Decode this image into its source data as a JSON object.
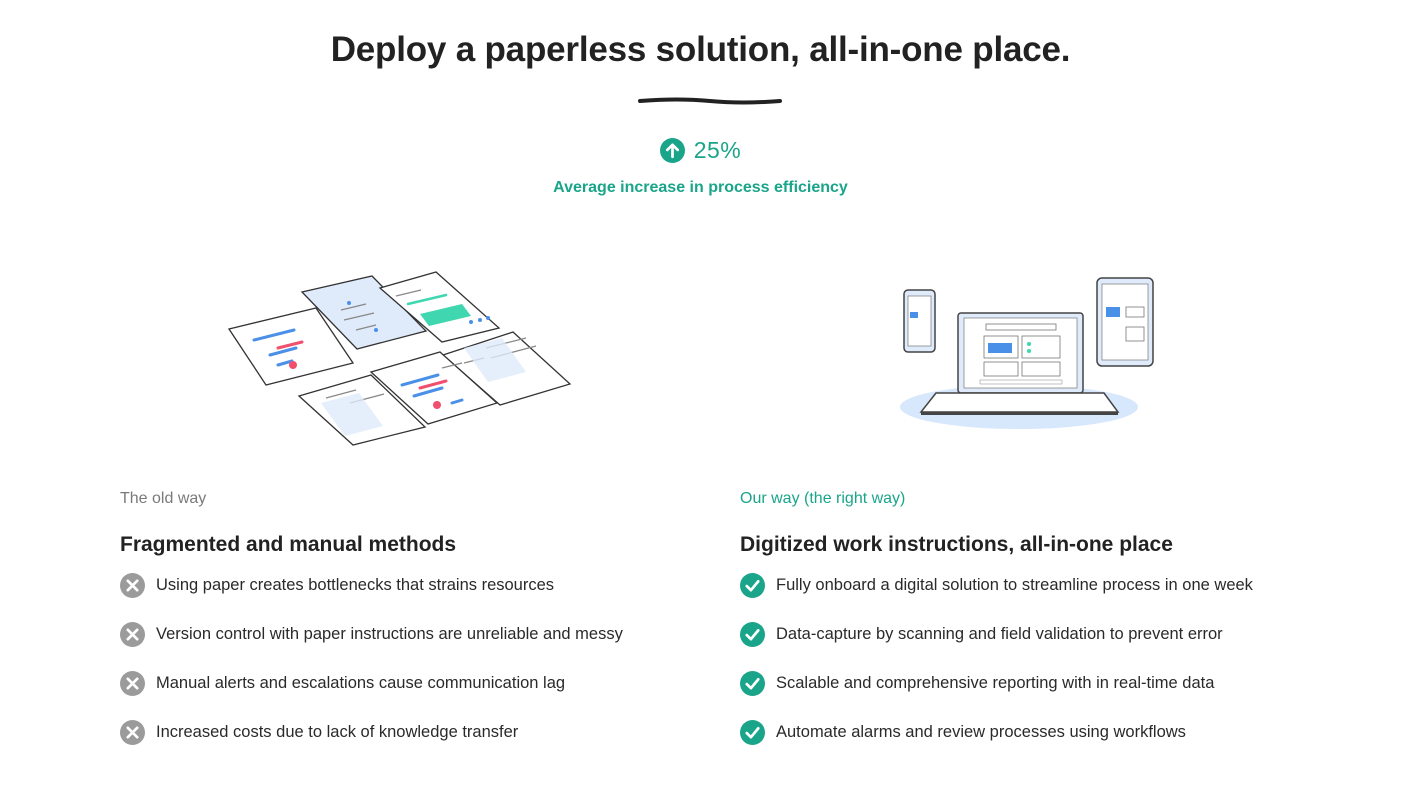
{
  "title": "Deploy a paperless solution, all-in-one place.",
  "stat": {
    "value": "25%",
    "caption": "Average increase in process efficiency",
    "icon": "arrow-up-circle-icon",
    "color": "#1aa58a"
  },
  "old_way": {
    "eyebrow": "The old way",
    "heading": "Fragmented and manual methods",
    "icon": "x-circle-icon",
    "icon_color": "#9b9b9b",
    "items": [
      "Using paper creates bottlenecks that strains resources",
      "Version control with paper instructions are unreliable and messy",
      "Manual alerts and escalations cause communication lag",
      "Increased costs due to lack of knowledge transfer"
    ]
  },
  "our_way": {
    "eyebrow": "Our way (the right way)",
    "heading": "Digitized work instructions, all-in-one place",
    "icon": "check-circle-icon",
    "icon_color": "#1aa58a",
    "items": [
      "Fully onboard a digital solution to streamline process in one week",
      "Data-capture by scanning and field validation to prevent error",
      "Scalable and comprehensive reporting with in real-time data",
      "Automate alarms and review processes using workflows"
    ]
  }
}
